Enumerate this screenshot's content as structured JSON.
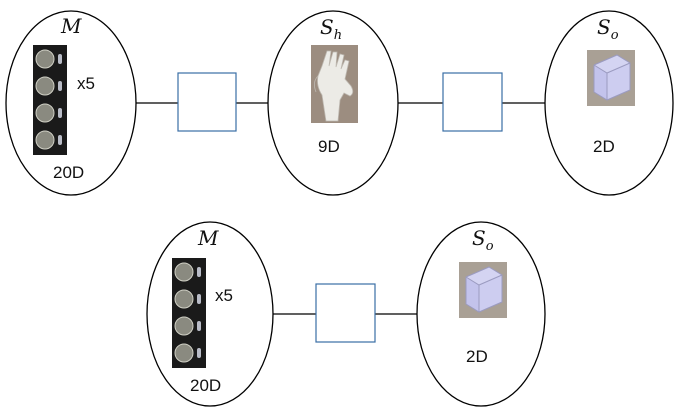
{
  "top": {
    "motor": {
      "symbol": "M",
      "count": "x5",
      "dims": "20D"
    },
    "hand": {
      "symbol": "S",
      "subscript": "h",
      "dims": "9D"
    },
    "object": {
      "symbol": "S",
      "subscript": "o",
      "dims": "2D"
    }
  },
  "bottom": {
    "motor": {
      "symbol": "M",
      "count": "x5",
      "dims": "20D"
    },
    "object": {
      "symbol": "S",
      "subscript": "o",
      "dims": "2D"
    }
  },
  "colors": {
    "factor_border": "#3a6ea5",
    "edge": "#000000",
    "node_border": "#000000"
  }
}
